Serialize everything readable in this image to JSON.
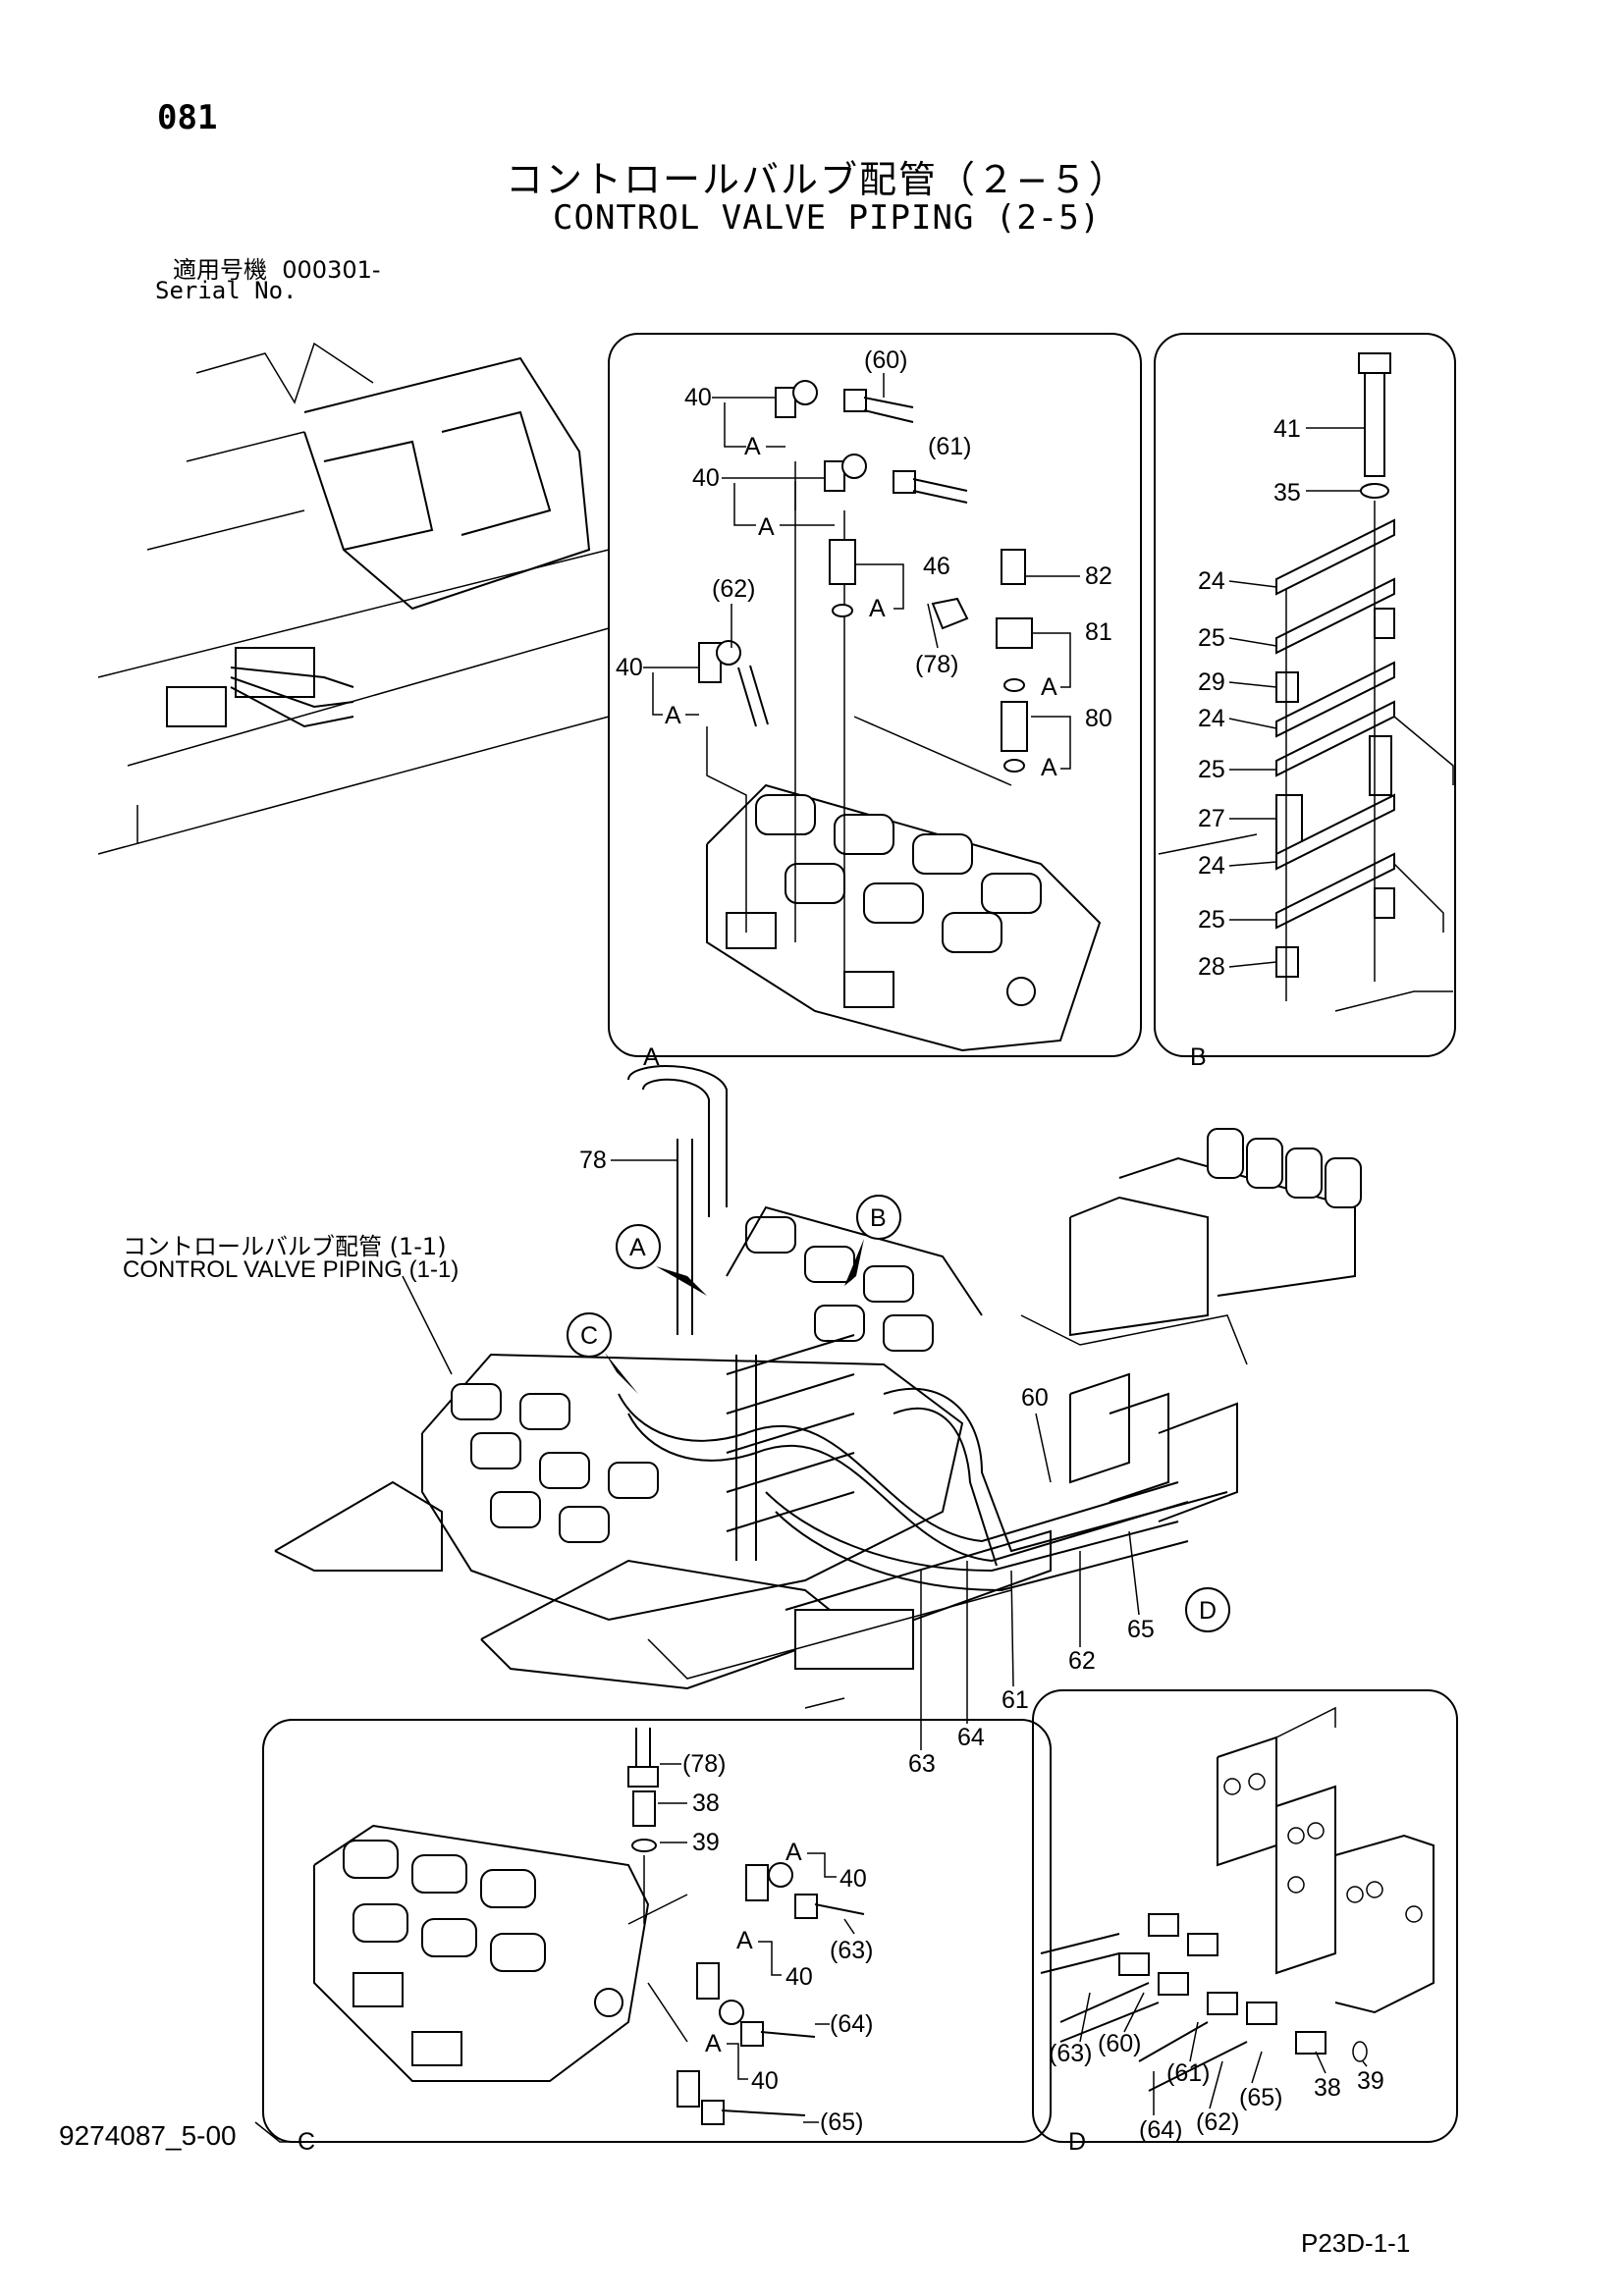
{
  "page_number": "081",
  "title_ja": "コントロールバルブ配管（２−５）",
  "title_en": "CONTROL VALVE PIPING (2-5)",
  "serial": {
    "label_ja": "適用号機",
    "value": "000301-",
    "label_en": "Serial No."
  },
  "reference_ja": "コントロールバルブ配管 (1-1)",
  "reference_en": "CONTROL VALVE PIPING (1-1)",
  "document_number": "9274087_5-00",
  "page_reference": "P23D-1-1",
  "callouts": [
    "A",
    "B",
    "C",
    "D"
  ],
  "detail_A_labels": [
    "(60)",
    "40",
    "A",
    "(61)",
    "40",
    "A",
    "46",
    "A",
    "82",
    "(62)",
    "(78)",
    "81",
    "40",
    "A",
    "A",
    "80",
    "A"
  ],
  "detail_B_labels": [
    "41",
    "35",
    "24",
    "25",
    "29",
    "24",
    "25",
    "27",
    "24",
    "25",
    "28"
  ],
  "main_labels": [
    "78",
    "60",
    "65",
    "62",
    "61",
    "64",
    "63"
  ],
  "detail_C_labels": [
    "(78)",
    "38",
    "39",
    "A",
    "40",
    "(63)",
    "A",
    "40",
    "(64)",
    "A",
    "40",
    "(65)"
  ],
  "detail_D_labels": [
    "(63)",
    "(60)",
    "(61)",
    "(64)",
    "(62)",
    "(65)",
    "38",
    "39"
  ]
}
